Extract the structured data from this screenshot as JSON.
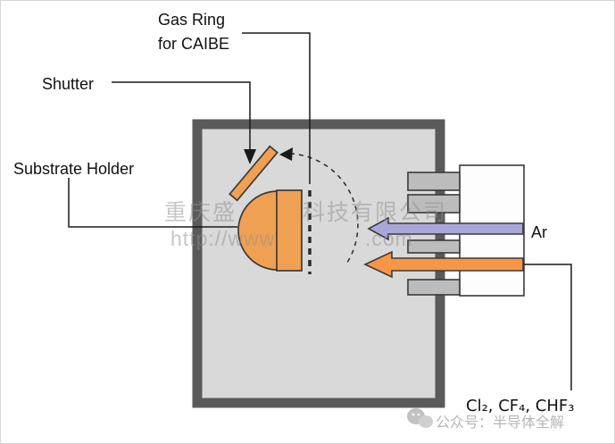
{
  "labels": {
    "gas_ring": {
      "line1": "Gas Ring",
      "line2": "for CAIBE"
    },
    "shutter": "Shutter",
    "substrate_holder": "Substrate Holder",
    "ar": "Ar",
    "gases": "Cl₂, CF₄, CHF₃"
  },
  "watermark": {
    "company_left": "重庆盛",
    "company_right": "科技有限公司",
    "url_left": "http://www",
    "url_right": ".com",
    "account": "公众号：半导体全解"
  },
  "colors": {
    "chamber_fill": "#d9d9d9",
    "chamber_border": "#5a5a5a",
    "holder_orange": "#f0a052",
    "arrow_orange": "#f79646",
    "arrow_blue": "#a8a8d8",
    "grid_gray": "#bcbcbc",
    "source_body": "#fdfdfd",
    "outline": "#3a3a3a"
  }
}
